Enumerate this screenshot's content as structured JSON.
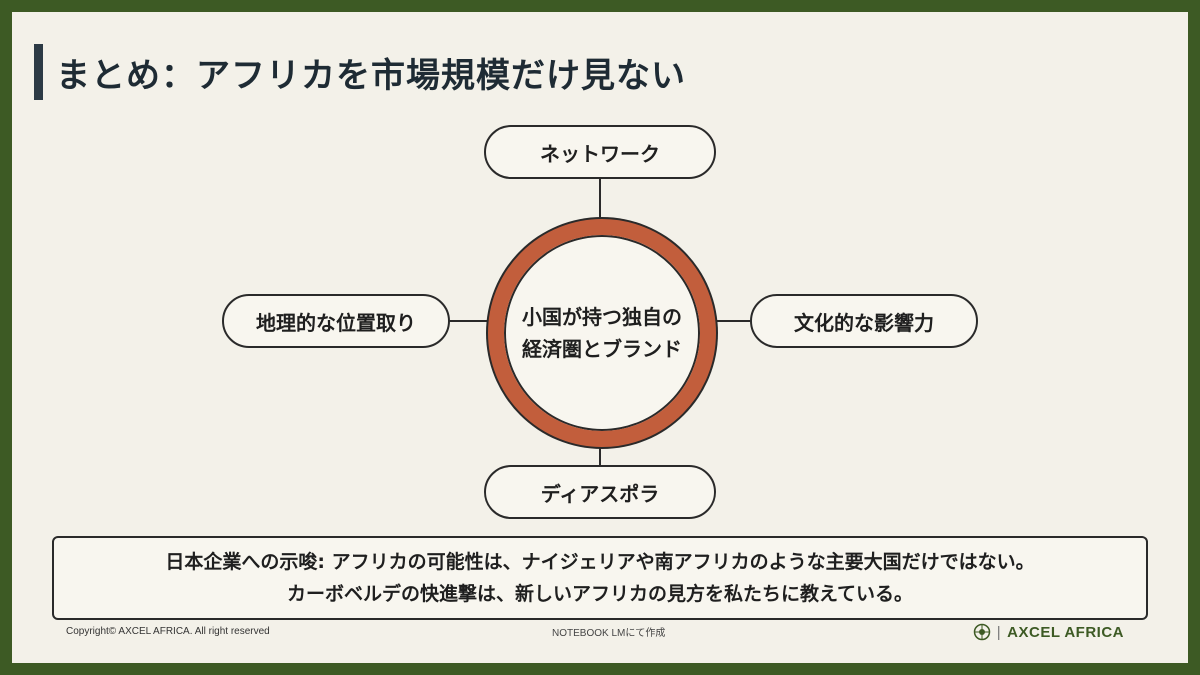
{
  "title": "まとめ：アフリカを市場規模だけ見ない",
  "center": {
    "line1": "小国が持つ独自の",
    "line2": "経済圏とブランド"
  },
  "nodes": {
    "top": "ネットワーク",
    "left": "地理的な位置取り",
    "right": "文化的な影響力",
    "bottom": "ディアスポラ"
  },
  "note": {
    "line1": "日本企業への示唆: アフリカの可能性は、ナイジェリアや南アフリカのような主要大国だけではない。",
    "line2": "カーボベルデの快進撃は、新しいアフリカの見方を私たちに教えている。"
  },
  "footer": {
    "copyright": "Copyright©  AXCEL AFRICA. All right reserved",
    "credit": "NOTEBOOK LMにて作成",
    "brand": "AXCEL AFRICA"
  },
  "colors": {
    "frame": "#3d5a24",
    "background": "#f3f1e9",
    "ring": "#c25e3c",
    "text": "#1f1f1f"
  },
  "icons": {
    "brand_logo": "compass-emblem-icon"
  }
}
